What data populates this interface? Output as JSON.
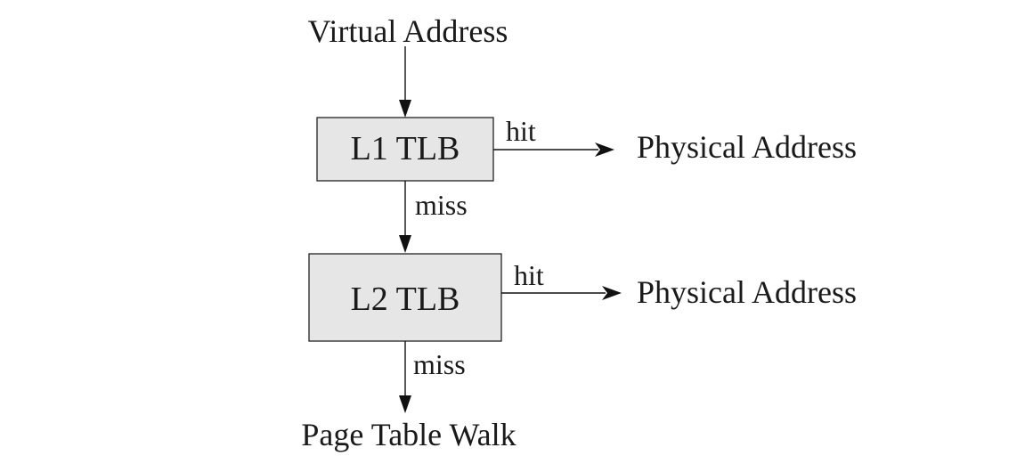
{
  "nodes": {
    "input": "Virtual Address",
    "l1": "L1 TLB",
    "l2": "L2 TLB",
    "out1": "Physical Address",
    "out2": "Physical Address",
    "fallback": "Page Table Walk"
  },
  "edges": {
    "l1_hit": "hit",
    "l1_miss": "miss",
    "l2_hit": "hit",
    "l2_miss": "miss"
  }
}
